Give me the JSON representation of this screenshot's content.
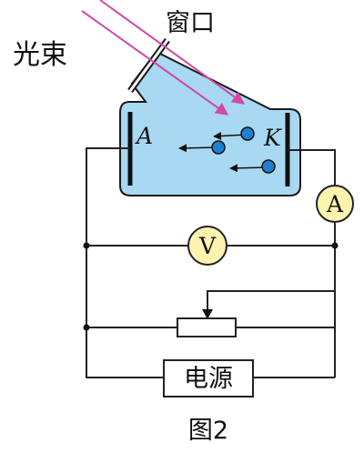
{
  "labels": {
    "window": "窗口",
    "light_beam": "光束",
    "anode": "A",
    "cathode": "K",
    "ammeter": "A",
    "voltmeter": "V",
    "power_supply": "电源",
    "caption": "图2"
  },
  "colors": {
    "tube_fill": "#a9d8f2",
    "tube_stroke": "#1a1a1a",
    "electron_fill": "#1f7fd0",
    "beam": "#d04aa6",
    "meter_fill": "#fff3b0",
    "wire": "#222222"
  }
}
